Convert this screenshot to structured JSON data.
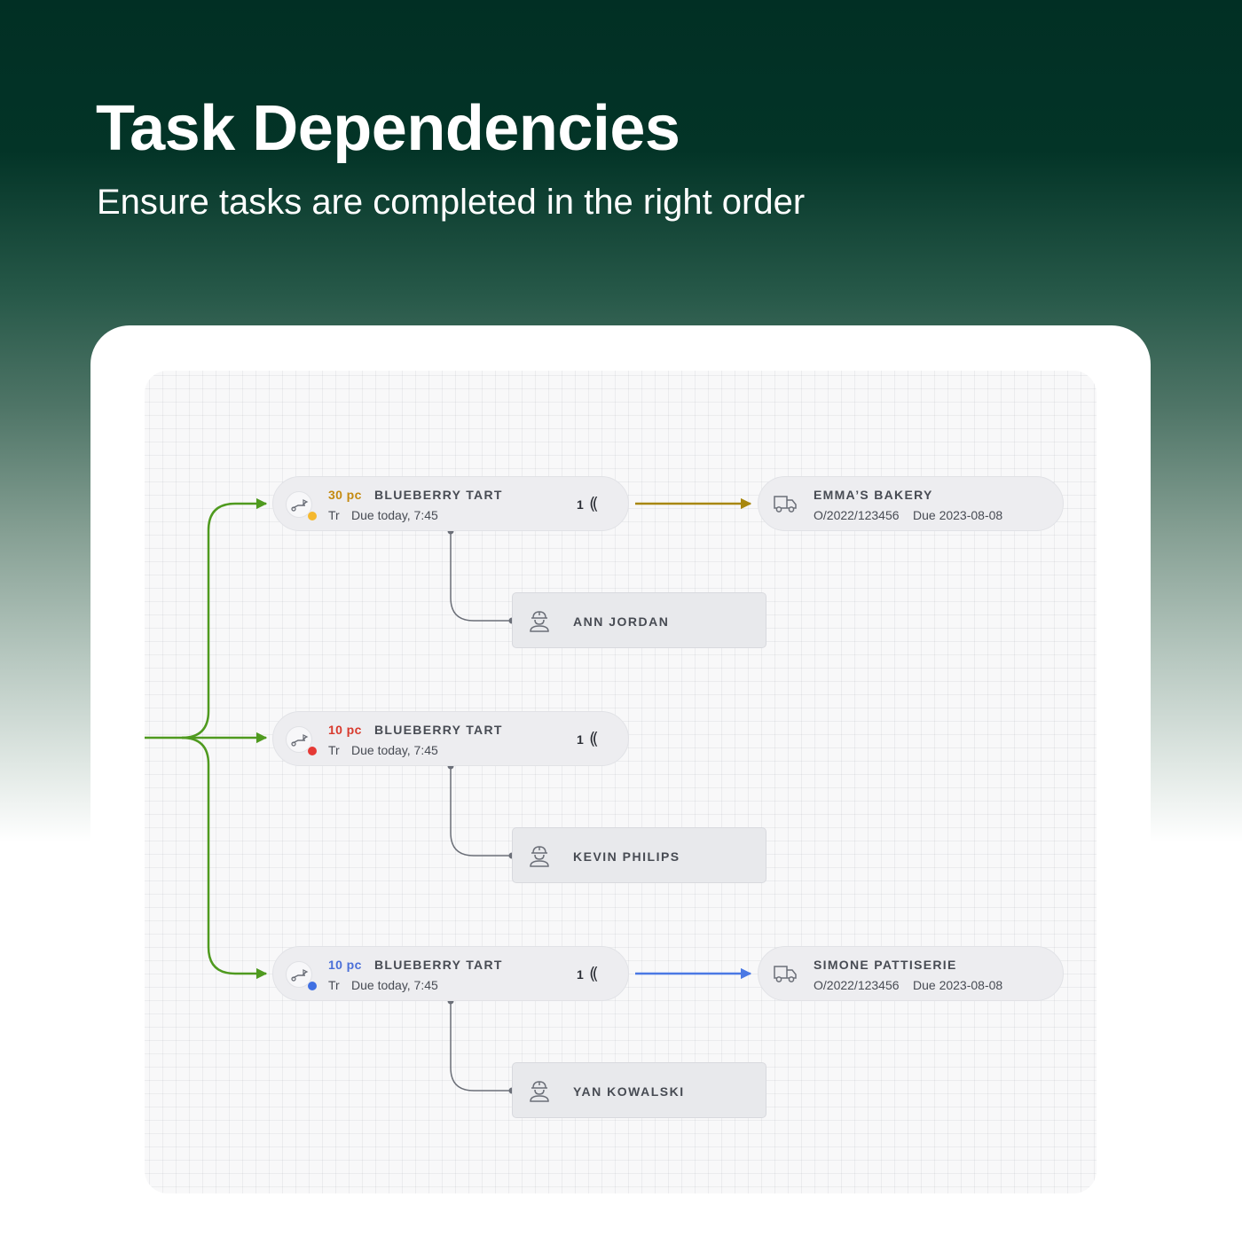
{
  "header": {
    "title": "Task Dependencies",
    "subtitle": "Ensure tasks are completed in the right order"
  },
  "colors": {
    "hero_dark": "#012f24",
    "flow_green": "#4f9a1f",
    "link_gold": "#a8870e",
    "link_blue": "#4a78e4",
    "connector_gray": "#6b6f78",
    "qty_amber": "#c48a10",
    "qty_red": "#d8392c",
    "qty_blue": "#4a6fd8",
    "dot_yellow": "#f5b82e",
    "dot_red": "#e53935",
    "dot_blue": "#3f6fe2"
  },
  "tasks": [
    {
      "quantity": "30 pc",
      "product": "BLUEBERRY TART",
      "tag": "Tr",
      "due": "Due today, 7:45",
      "count": "1",
      "signal_icon": "((",
      "status_color": "#f5b82e",
      "qty_color": "#c48a10",
      "icon": "route-icon",
      "worker": "ANN JORDAN",
      "customer": {
        "name": "EMMA’S BAKERY",
        "order": "O/2022/123456",
        "due": "Due 2023-08-08",
        "link_color": "#a8870e"
      }
    },
    {
      "quantity": "10 pc",
      "product": "BLUEBERRY TART",
      "tag": "Tr",
      "due": "Due today, 7:45",
      "count": "1",
      "signal_icon": "((",
      "status_color": "#e53935",
      "qty_color": "#d8392c",
      "icon": "route-icon",
      "worker": "KEVIN PHILIPS",
      "customer": null
    },
    {
      "quantity": "10 pc",
      "product": "BLUEBERRY TART",
      "tag": "Tr",
      "due": "Due today, 7:45",
      "count": "1",
      "signal_icon": "((",
      "status_color": "#3f6fe2",
      "qty_color": "#4a6fd8",
      "icon": "route-icon",
      "worker": "YAN KOWALSKI",
      "customer": {
        "name": "SIMONE PATTISERIE",
        "order": "O/2022/123456",
        "due": "Due 2023-08-08",
        "link_color": "#4a78e4"
      }
    }
  ]
}
